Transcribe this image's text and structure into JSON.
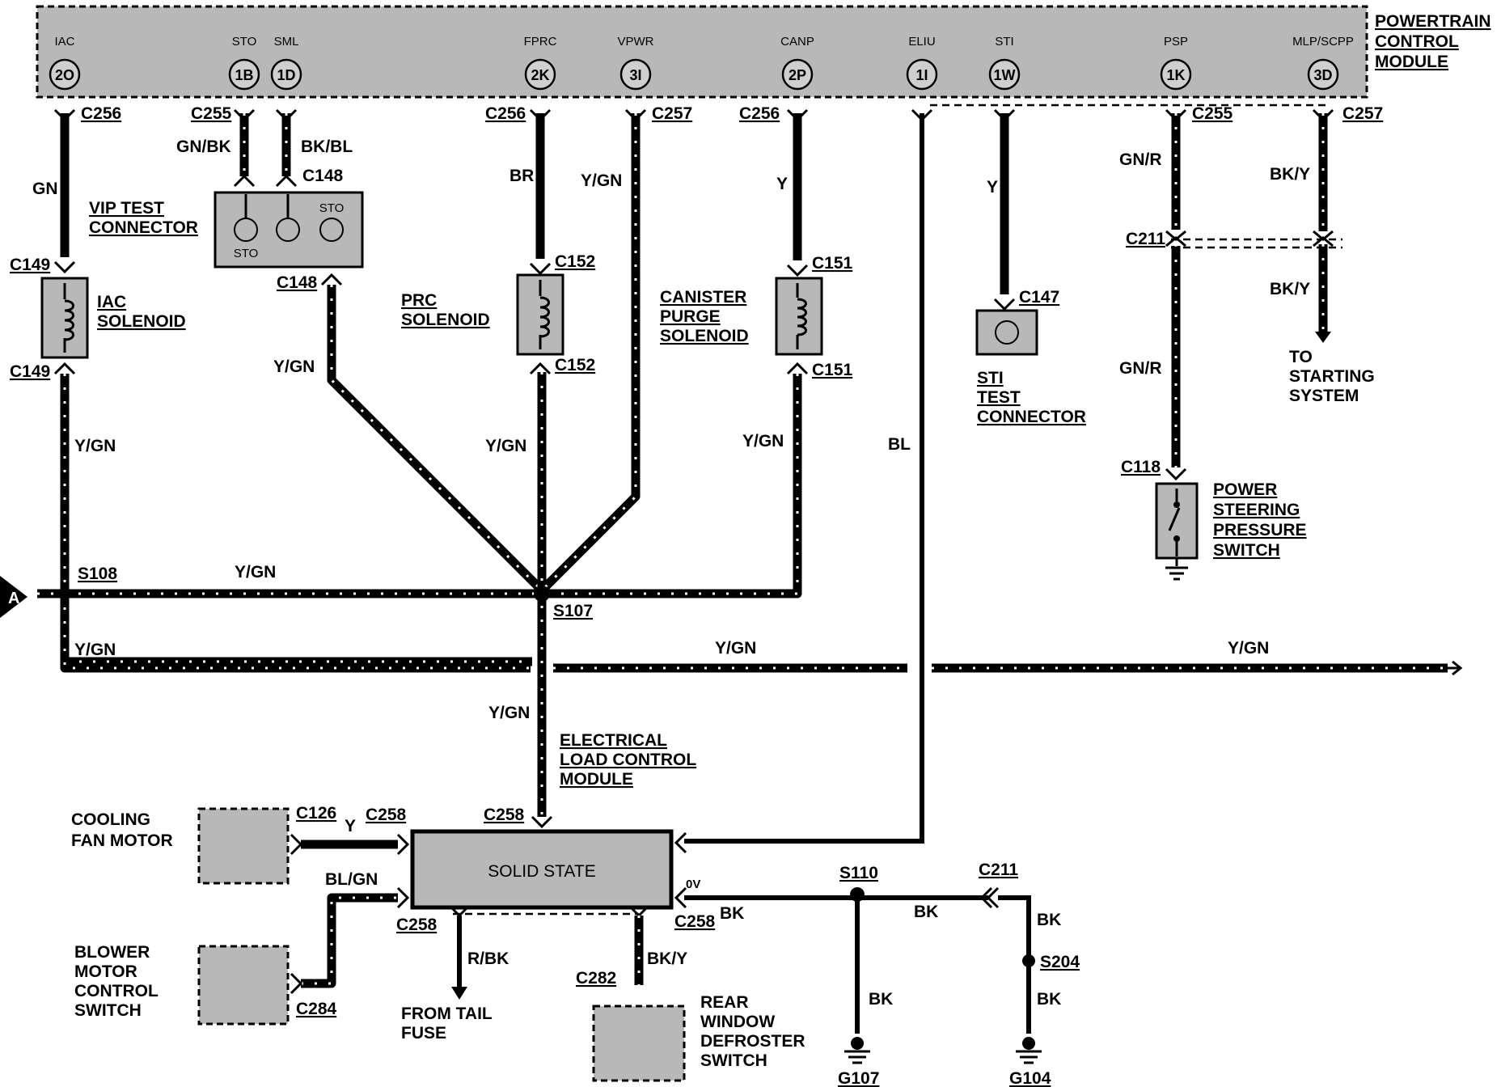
{
  "pcm": {
    "title_lines": [
      "POWERTRAIN",
      "CONTROL",
      "MODULE"
    ],
    "pins": [
      {
        "signal": "IAC",
        "pin": "2O"
      },
      {
        "signal": "STO",
        "pin": "1B"
      },
      {
        "signal": "SML",
        "pin": "1D"
      },
      {
        "signal": "FPRC",
        "pin": "2K"
      },
      {
        "signal": "VPWR",
        "pin": "3I"
      },
      {
        "signal": "CANP",
        "pin": "2P"
      },
      {
        "signal": "ELIU",
        "pin": "1I"
      },
      {
        "signal": "STI",
        "pin": "1W"
      },
      {
        "signal": "PSP",
        "pin": "1K"
      },
      {
        "signal": "MLP/SCPP",
        "pin": "3D"
      }
    ]
  },
  "connectors": {
    "c256": "C256",
    "c255": "C255",
    "c257": "C257",
    "c148": "C148",
    "c149": "C149",
    "c152": "C152",
    "c151": "C151",
    "c147": "C147",
    "c211": "C211",
    "c118": "C118",
    "c258": "C258",
    "c126": "C126",
    "c284": "C284",
    "c282": "C282"
  },
  "splices": {
    "s108": "S108",
    "s107": "S107",
    "s110": "S110",
    "s204": "S204"
  },
  "grounds": {
    "g107": "G107",
    "g104": "G104"
  },
  "wires": {
    "gn": "GN",
    "gn_bk": "GN/BK",
    "bk_bl": "BK/BL",
    "br": "BR",
    "y_gn": "Y/GN",
    "y": "Y",
    "bl": "BL",
    "gn_r": "GN/R",
    "bk_y": "BK/Y",
    "bl_gn": "BL/GN",
    "r_bk": "R/BK",
    "bk": "BK"
  },
  "components": {
    "vip_test_connector": [
      "VIP TEST",
      "CONNECTOR"
    ],
    "vip_pin_sto": "STO",
    "iac_solenoid": [
      "IAC",
      "SOLENOID"
    ],
    "prc_solenoid": [
      "PRC",
      "SOLENOID"
    ],
    "canister_purge_solenoid": [
      "CANISTER",
      "PURGE",
      "SOLENOID"
    ],
    "sti_test_connector": [
      "STI",
      "TEST",
      "CONNECTOR"
    ],
    "power_steering_pressure_switch": [
      "POWER",
      "STEERING",
      "PRESSURE",
      "SWITCH"
    ],
    "to_starting_system": [
      "TO",
      "STARTING",
      "SYSTEM"
    ],
    "electrical_load_control_module": [
      "ELECTRICAL",
      "LOAD CONTROL",
      "MODULE"
    ],
    "solid_state": "SOLID STATE",
    "ov": "0V",
    "cooling_fan_motor": [
      "COOLING",
      "FAN MOTOR"
    ],
    "blower_motor_control_switch": [
      "BLOWER",
      "MOTOR",
      "CONTROL",
      "SWITCH"
    ],
    "from_tail_fuse": [
      "FROM TAIL",
      "FUSE"
    ],
    "rear_window_defroster_switch": [
      "REAR",
      "WINDOW",
      "DEFROSTER",
      "SWITCH"
    ],
    "page_ref": "A"
  },
  "colors": {
    "ink": "#000000",
    "shade": "#b8b8b8",
    "paper": "#ffffff"
  }
}
